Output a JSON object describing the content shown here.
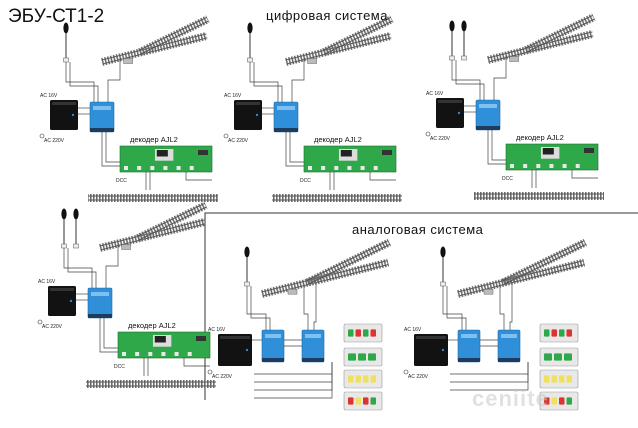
{
  "title": "ЭБУ-СТ1-2",
  "digital_label": "цифровая  система",
  "analog_label": "аналоговая  система",
  "decoder_label": "декодер  AJL2",
  "ac16": "AC 16V",
  "ac220": "AC 220V",
  "dcc": "DCC",
  "watermark": "ceniite",
  "colors": {
    "blue_block": "#2f8fd8",
    "black_block": "#121212",
    "pcb_green": "#2fa84a",
    "rail": "#555555",
    "wire": "#444444",
    "frame": "#333333"
  },
  "icons": {
    "signal": "signal-light-icon",
    "turnout": "track-turnout-icon",
    "transformer": "power-supply-icon",
    "module": "control-module-icon",
    "decoder": "decoder-board-icon",
    "panel": "button-panel-icon"
  }
}
